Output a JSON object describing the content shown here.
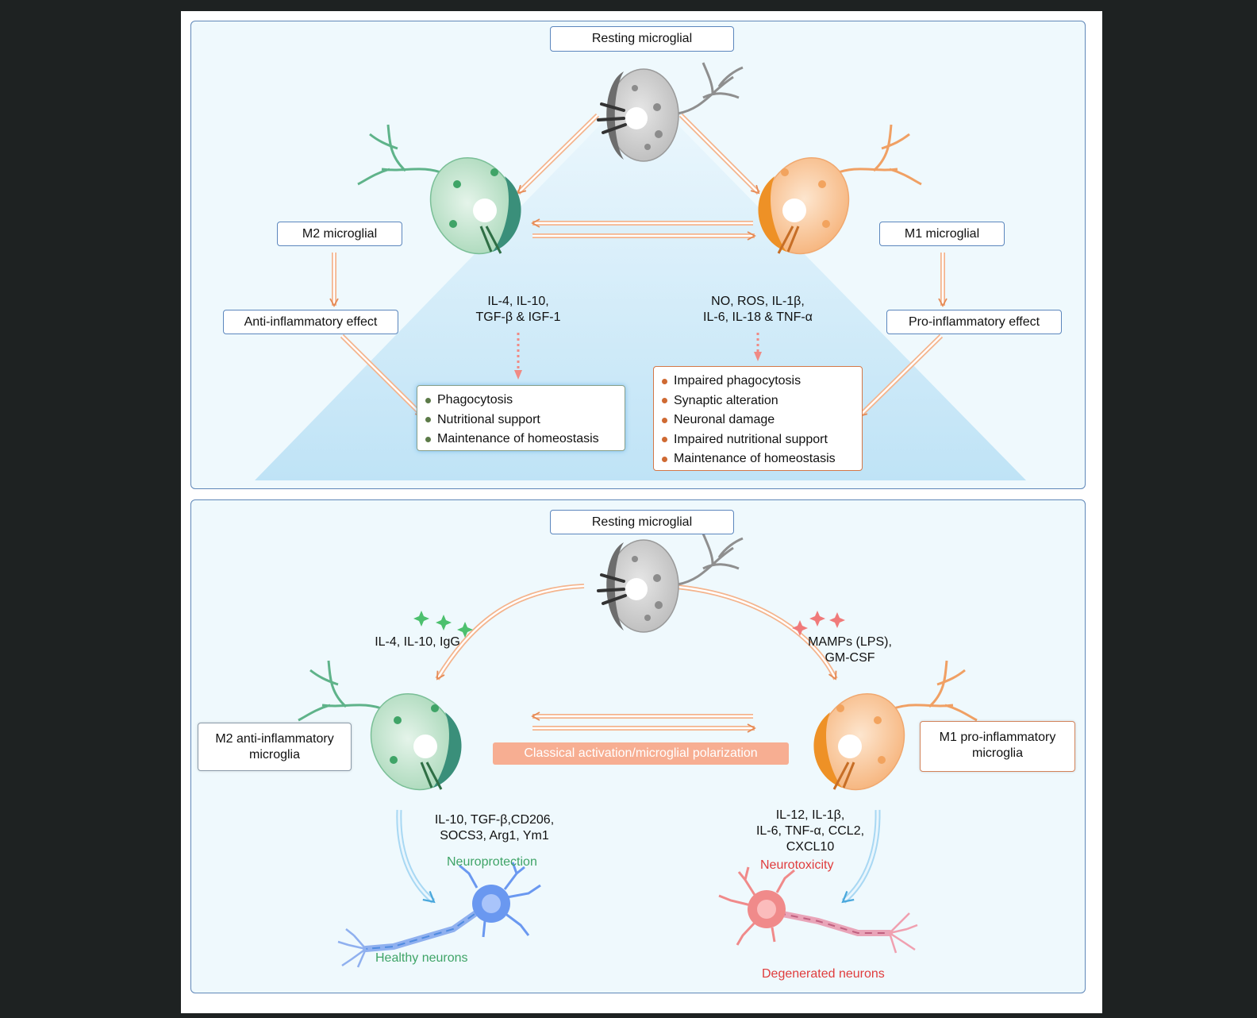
{
  "colors": {
    "green": "#3fa467",
    "orange": "#ec9a40",
    "gray": "#8f8f8f",
    "red": "#e03c3c",
    "blue_arrow": "#5ab4e6",
    "frame": "#5f87b8"
  },
  "top": {
    "resting": "Resting microglial",
    "m2": "M2 microglial",
    "m1": "M1 microglial",
    "anti": "Anti-inflammatory effect",
    "pro": "Pro-inflammatory effect",
    "cyto_left_1": "IL-4, IL-10,",
    "cyto_left_2": "TGF-β & IGF-1",
    "cyto_right_1": "NO, ROS, IL-1β,",
    "cyto_right_2": "IL-6, IL-18 & TNF-α",
    "left_list": [
      "Phagocytosis",
      "Nutritional support",
      "Maintenance of homeostasis"
    ],
    "right_list": [
      "Impaired phagocytosis",
      "Synaptic alteration",
      "Neuronal damage",
      "Impaired nutritional support",
      "Maintenance of homeostasis"
    ]
  },
  "bottom": {
    "resting": "Resting microglial",
    "m2_line1": "M2 anti-inflammatory",
    "m2_line2": "microglia",
    "m1_line1": "M1 pro-inflammatory",
    "m1_line2": "microglia",
    "stim_left": "IL-4, IL-10, IgG",
    "stim_right_1": "MAMPs (LPS),",
    "stim_right_2": "GM-CSF",
    "banner": "Classical activation/microglial polarization",
    "markers_left_1": "IL-10, TGF-β,CD206,",
    "markers_left_2": "SOCS3, Arg1, Ym1",
    "markers_right_1": "IL-12, IL-1β,",
    "markers_right_2": "IL-6, TNF-α, CCL2,",
    "markers_right_3": "CXCL10",
    "neuroprotection": "Neuroprotection",
    "neurotoxicity": "Neurotoxicity",
    "healthy": "Healthy neurons",
    "degenerated": "Degenerated neurons"
  }
}
